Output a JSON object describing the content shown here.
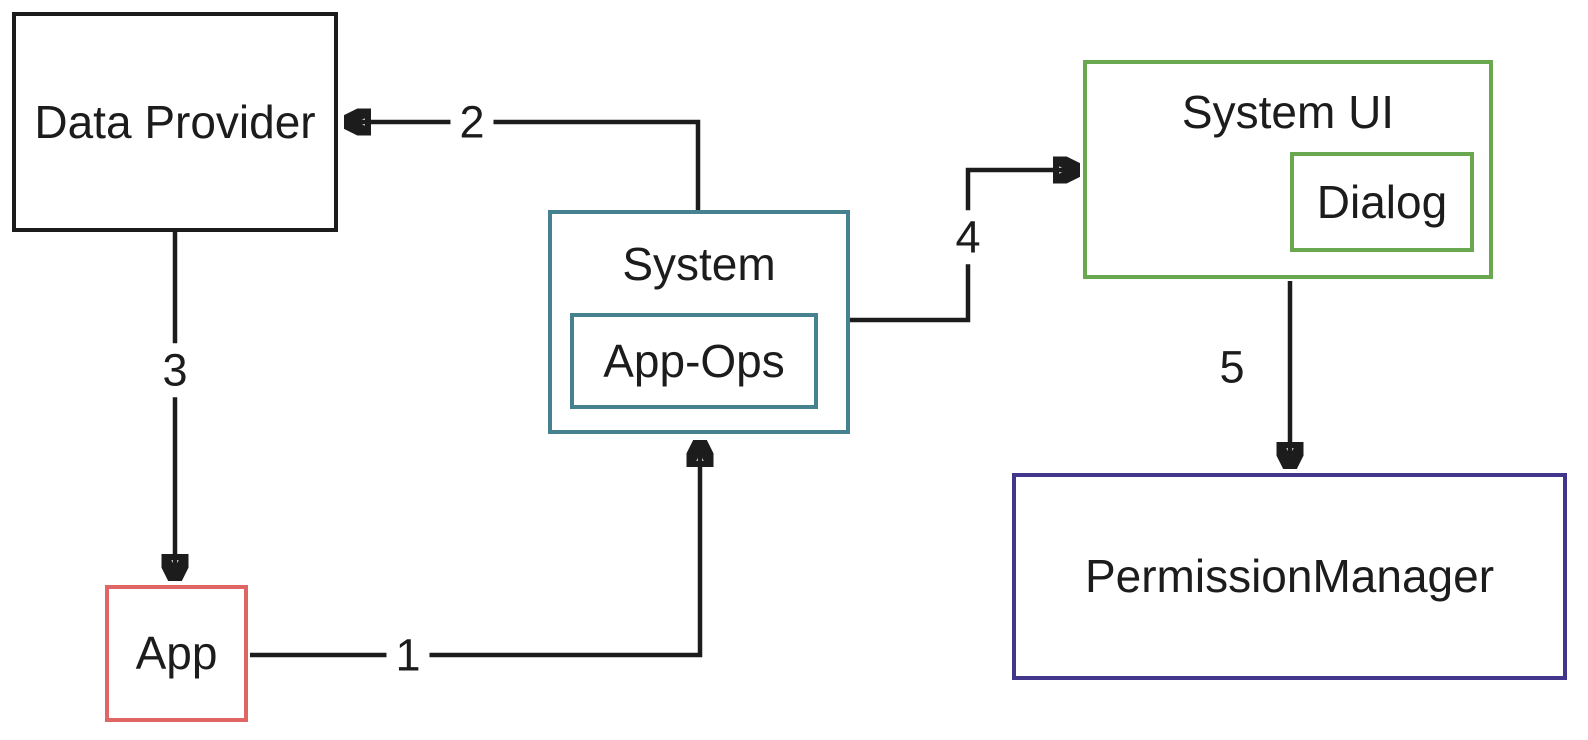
{
  "diagram": {
    "type": "flow-diagram",
    "background_color": "#ffffff",
    "line_color": "#1c1c1c",
    "nodes": {
      "data_provider": {
        "label": "Data Provider",
        "border_color": "#1c1c1c"
      },
      "app": {
        "label": "App",
        "border_color": "#e06666"
      },
      "system": {
        "label": "System",
        "border_color": "#45818e"
      },
      "app_ops": {
        "label": "App-Ops",
        "border_color": "#45818e",
        "parent": "System"
      },
      "system_ui": {
        "label": "System UI",
        "border_color": "#6aa84f"
      },
      "dialog": {
        "label": "Dialog",
        "border_color": "#6aa84f",
        "parent": "System UI"
      },
      "permission_manager": {
        "label": "PermissionManager",
        "border_color": "#41368c"
      }
    },
    "edges": [
      {
        "label": "1",
        "from": "App",
        "to": "System"
      },
      {
        "label": "2",
        "from": "System",
        "to": "Data Provider"
      },
      {
        "label": "3",
        "from": "Data Provider",
        "to": "App"
      },
      {
        "label": "4",
        "from": "System",
        "to": "System UI"
      },
      {
        "label": "5",
        "from": "System UI",
        "to": "PermissionManager"
      }
    ]
  }
}
